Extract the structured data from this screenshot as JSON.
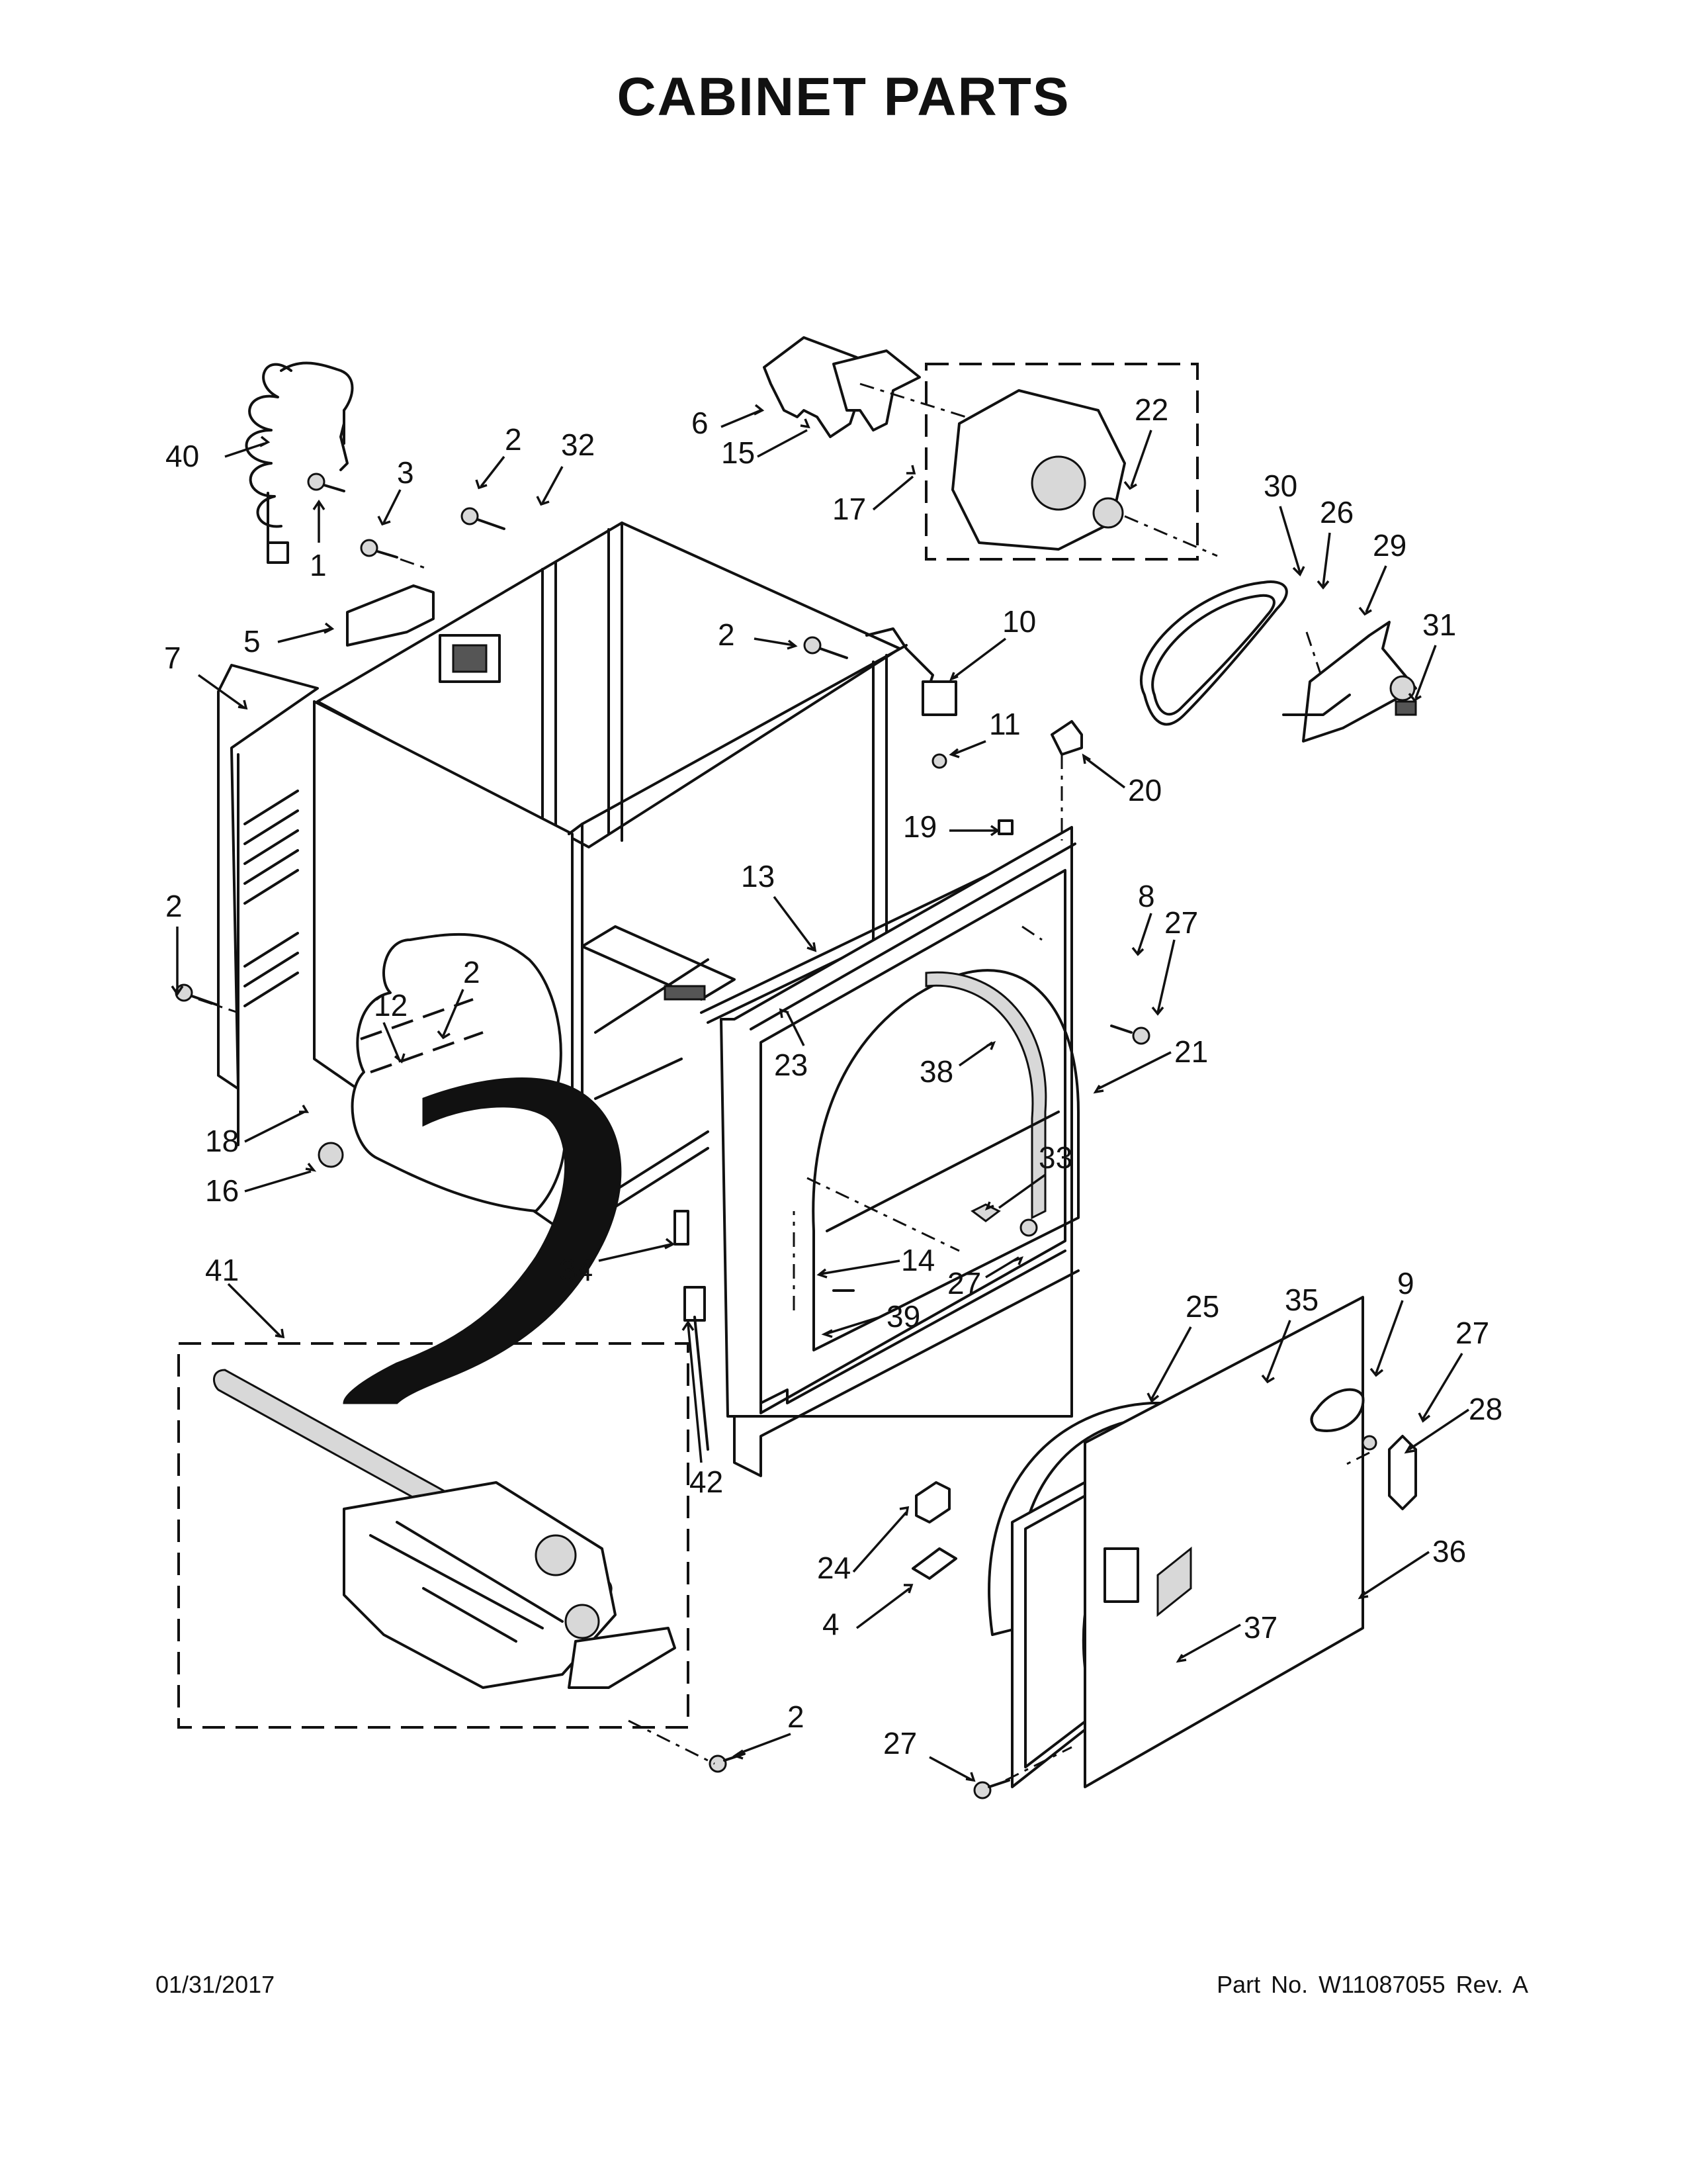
{
  "title": "CABINET PARTS",
  "footer": {
    "date": "01/31/2017",
    "part_number": "Part No.  W11087055  Rev.  A"
  },
  "callouts": [
    {
      "label": "40"
    },
    {
      "label": "1"
    },
    {
      "label": "3"
    },
    {
      "label": "2"
    },
    {
      "label": "32"
    },
    {
      "label": "5"
    },
    {
      "label": "7"
    },
    {
      "label": "6"
    },
    {
      "label": "15"
    },
    {
      "label": "17"
    },
    {
      "label": "22"
    },
    {
      "label": "30"
    },
    {
      "label": "26"
    },
    {
      "label": "29"
    },
    {
      "label": "31"
    },
    {
      "label": "2"
    },
    {
      "label": "10"
    },
    {
      "label": "11"
    },
    {
      "label": "20"
    },
    {
      "label": "19"
    },
    {
      "label": "13"
    },
    {
      "label": "8"
    },
    {
      "label": "27"
    },
    {
      "label": "2"
    },
    {
      "label": "2"
    },
    {
      "label": "12"
    },
    {
      "label": "23"
    },
    {
      "label": "38"
    },
    {
      "label": "21"
    },
    {
      "label": "18"
    },
    {
      "label": "16"
    },
    {
      "label": "33"
    },
    {
      "label": "41"
    },
    {
      "label": "34"
    },
    {
      "label": "14"
    },
    {
      "label": "27"
    },
    {
      "label": "39"
    },
    {
      "label": "25"
    },
    {
      "label": "35"
    },
    {
      "label": "9"
    },
    {
      "label": "27"
    },
    {
      "label": "28"
    },
    {
      "label": "42"
    },
    {
      "label": "24"
    },
    {
      "label": "4"
    },
    {
      "label": "36"
    },
    {
      "label": "37"
    },
    {
      "label": "2"
    },
    {
      "label": "27"
    }
  ]
}
